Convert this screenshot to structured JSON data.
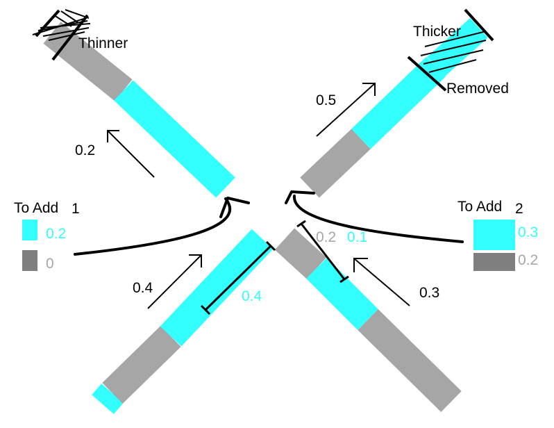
{
  "colors": {
    "cyan": "#33ffff",
    "gray": "#a6a6a6",
    "dark_gray": "#7f7f7f",
    "ink": "#000000"
  },
  "labels": {
    "thinner": "Thinner",
    "thicker": "Thicker",
    "removed": "Removed",
    "upper_left_flow": "0.2",
    "upper_right_flow": "0.5",
    "lower_left_flow": "0.4",
    "lower_right_flow": "0.3",
    "lower_left_segment": "0.4",
    "lower_right_segment_gray": "0.2",
    "lower_right_segment_cyan": "0.1"
  },
  "to_add_1": {
    "title": "To Add",
    "subscript": "1",
    "cyan_value": "0.2",
    "gray_value": "0"
  },
  "to_add_2": {
    "title": "To Add",
    "subscript": "2",
    "cyan_value": "0.3",
    "gray_value": "0.2"
  }
}
